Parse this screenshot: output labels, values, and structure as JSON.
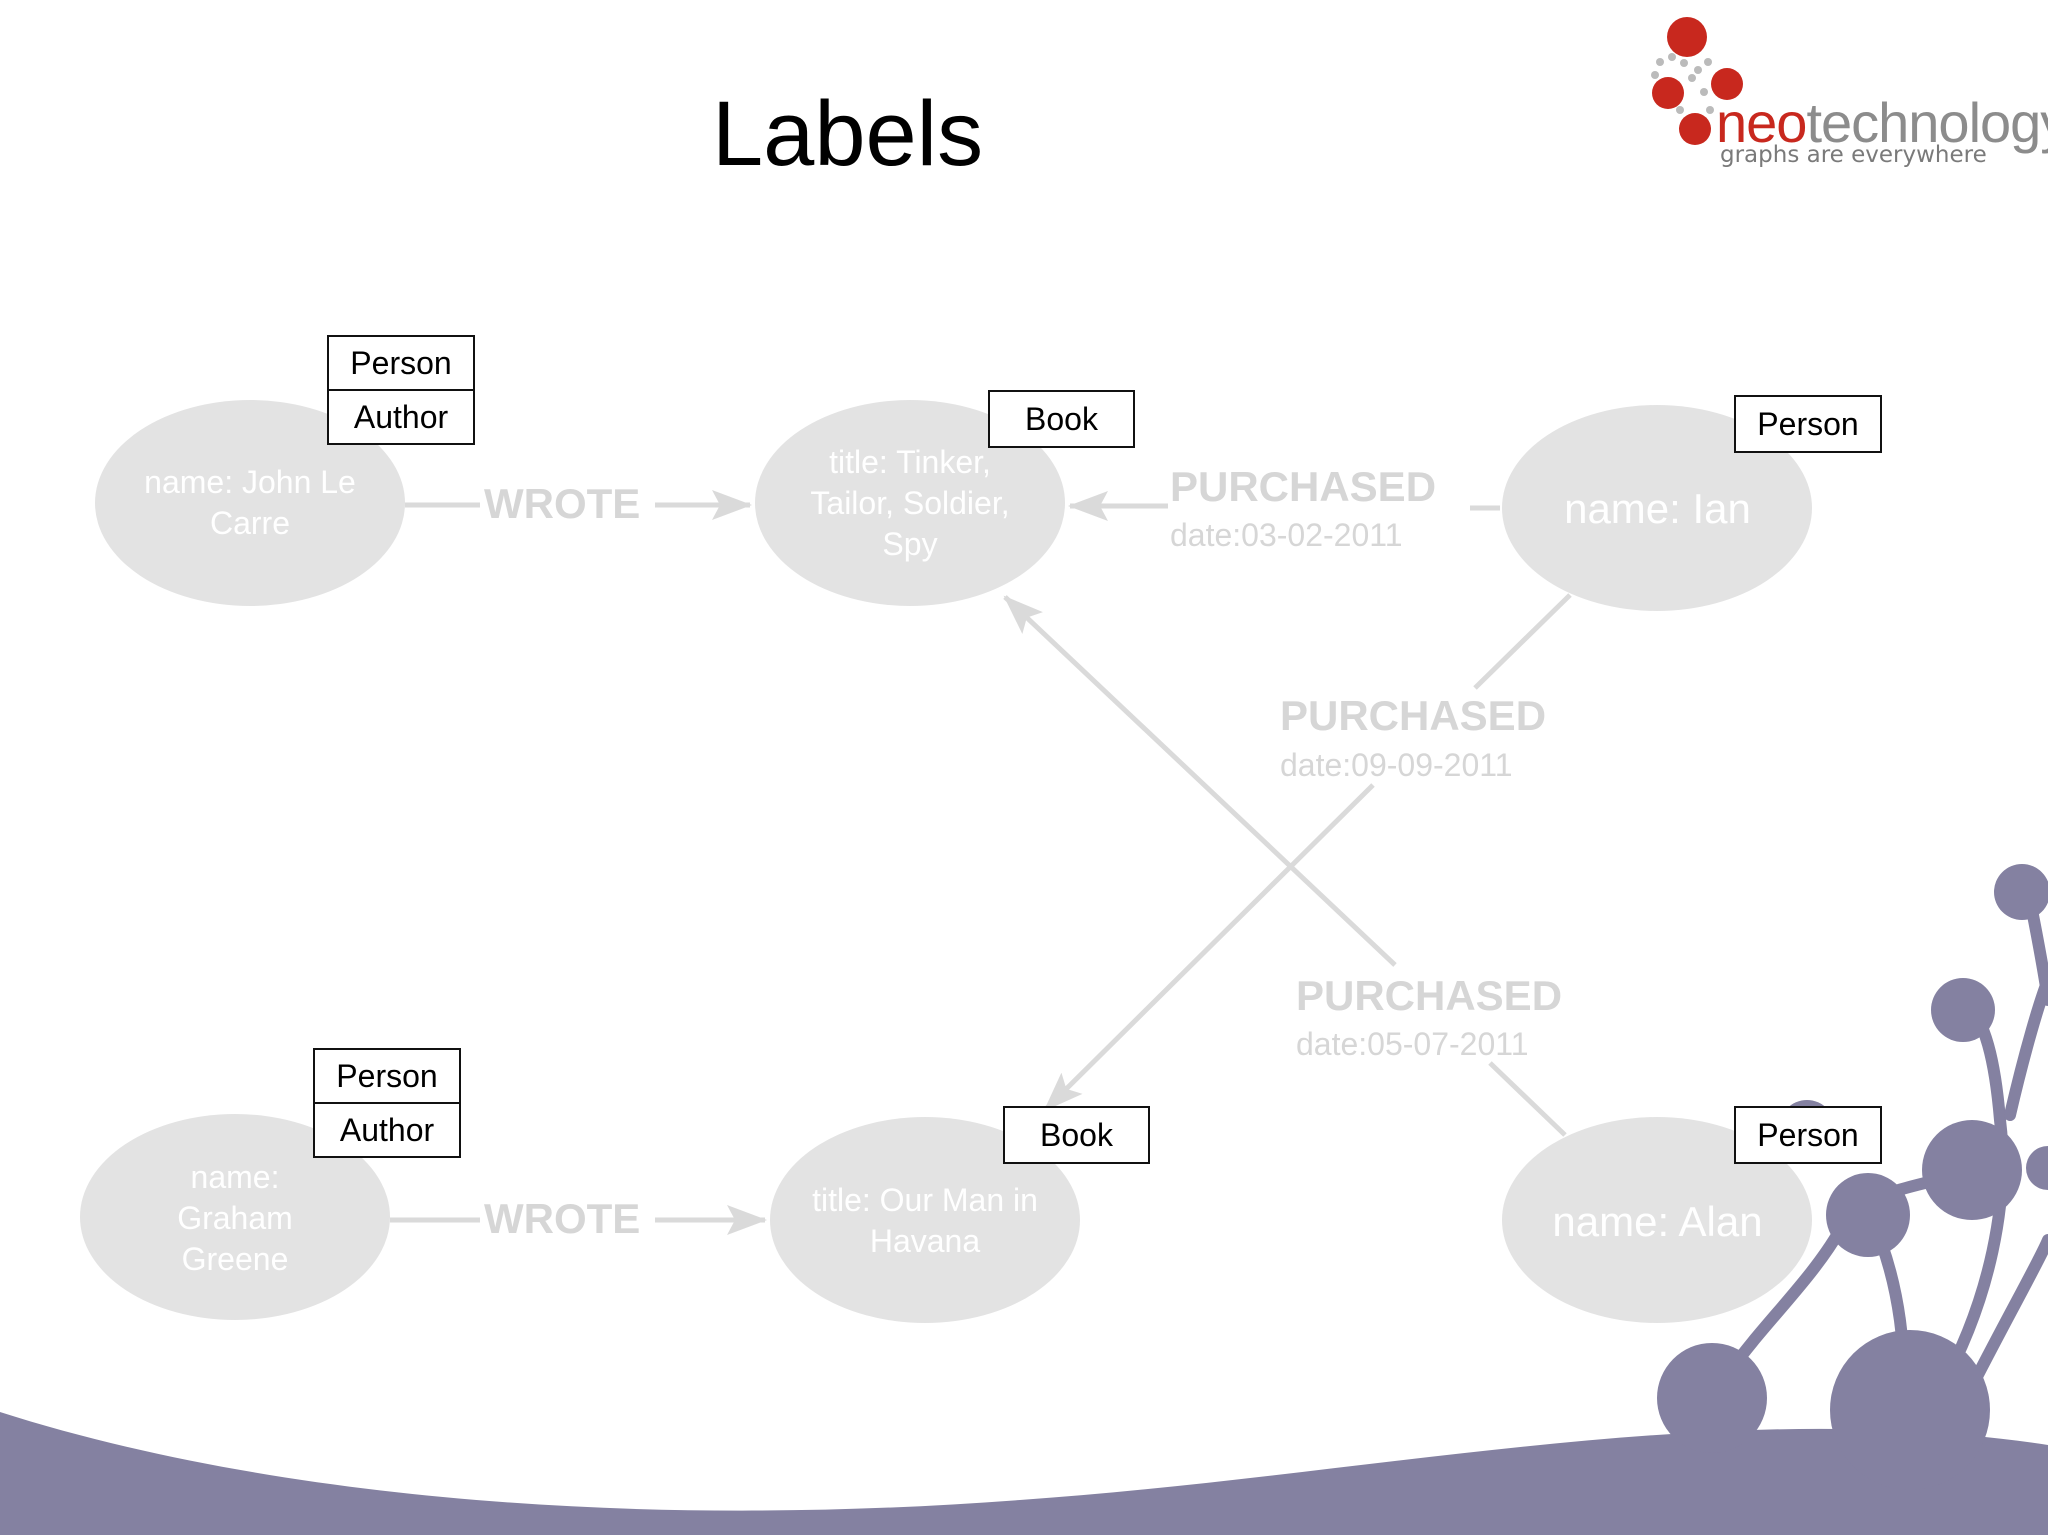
{
  "slide": {
    "title": "Labels"
  },
  "logo": {
    "brand_part1": "neo",
    "brand_part2": "technology",
    "tagline": "graphs are everywhere"
  },
  "nodes": {
    "john": {
      "text": "name: John Le Carre",
      "labels": [
        "Person",
        "Author"
      ]
    },
    "tinker": {
      "text": "title: Tinker, Tailor, Soldier, Spy",
      "labels": [
        "Book"
      ]
    },
    "ian": {
      "text": "name: Ian",
      "labels": [
        "Person"
      ]
    },
    "graham": {
      "text": "name: Graham Greene",
      "labels": [
        "Person",
        "Author"
      ]
    },
    "havana": {
      "text": "title: Our Man in Havana",
      "labels": [
        "Book"
      ]
    },
    "alan": {
      "text": "name: Alan",
      "labels": [
        "Person"
      ]
    }
  },
  "relationships": {
    "wrote_1": {
      "type": "WROTE"
    },
    "wrote_2": {
      "type": "WROTE"
    },
    "ian_tinker": {
      "type": "PURCHASED",
      "date": "date:03-02-2011"
    },
    "ian_havana": {
      "type": "PURCHASED",
      "date": "date:09-09-2011"
    },
    "alan_tinker": {
      "type": "PURCHASED",
      "date": "date:05-07-2011"
    }
  },
  "colors": {
    "node_fill": "#e3e3e3",
    "edge": "#dadada",
    "decor_purple": "#8481a1",
    "logo_red": "#c8281e"
  }
}
